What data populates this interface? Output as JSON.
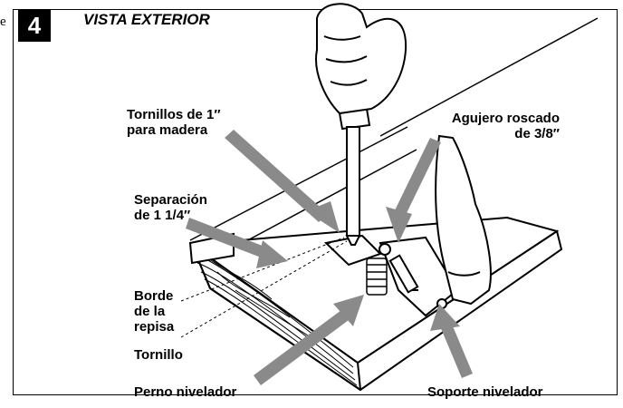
{
  "stray_text": "e",
  "step_number": "4",
  "title": "VISTA EXTERIOR",
  "labels": {
    "screws_line1": "Tornillos de 1″",
    "screws_line2": "para madera",
    "threaded_line1": "Agujero roscado",
    "threaded_line2": "de 3/8″",
    "gap_line1": "Separación",
    "gap_line2": "de 1 1/4″",
    "edge_line1": "Borde",
    "edge_line2": "de la",
    "edge_line3": "repisa",
    "screw": "Tornillo",
    "leveling_bolt": "Perno nivelador",
    "leveling_bracket": "Soporte nivelador"
  },
  "colors": {
    "arrow": "#8a8a8a",
    "ink": "#000000"
  }
}
